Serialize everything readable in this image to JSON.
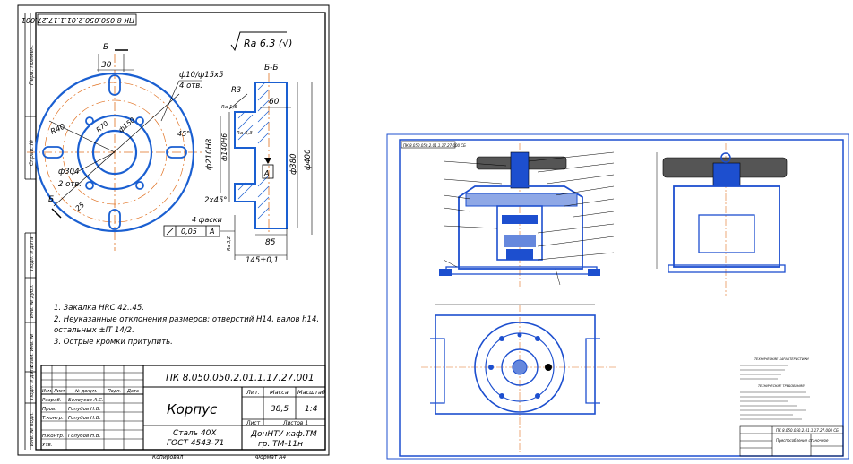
{
  "sheet_left": {
    "stamp_code_rotated": "ПК 8.050.050.2.01.1.17.27.001",
    "roughness_symbol": "Ra 6,3 (√)",
    "section_label": "Б-Б",
    "cut_letter": "Б",
    "dimensions": {
      "d_30": "30",
      "holes": "ф10/ф15х5",
      "holes_qty": "4 отв.",
      "r3": "R3",
      "d_60": "60",
      "d_r40": "R40",
      "d_r70": "R70",
      "d_150": "ф150",
      "d_45": "45°",
      "d_304": "ф304",
      "holes2": "2 отв.",
      "d_25": "25",
      "ra_a": "Ra 1,6",
      "ra_b": "Ra 6,3",
      "d_210": "ф210Н8",
      "d_140": "ф140H6",
      "d_380": "ф380",
      "d_400": "ф400",
      "chamfer": "2х45°",
      "chamfer_qty": "4 фаски",
      "tolerance_val": "0,05",
      "datum": "A",
      "d_85": "85",
      "d_145": "145±0,1",
      "ra_c": "Ra 3,2"
    },
    "notes": [
      "1. Закалка HRC 42..45.",
      "2. Неуказанные отклонения размеров: отверстий Н14, валов h14,",
      "остальных ±IT 14/2.",
      "3. Острые кромки притупить."
    ],
    "side_strip_labels": [
      "Перв. примен.",
      "Справ. №",
      "Подп. и дата",
      "Инв. № дубл.",
      "Взам. инв. №",
      "Подп. и дата",
      "Инв. № подл."
    ],
    "title_block": {
      "doc_code": "ПК 8.050.050.2.01.1.17.27.001",
      "name": "Корпус",
      "material_line1": "Сталь 40Х",
      "material_line2": "ГОСТ 4543-71",
      "org_line1": "ДонНТУ каф.ТМ",
      "org_line2": "гр. ТМ-11н",
      "col_lit": "Лит.",
      "col_mass": "Масса",
      "col_scale": "Масштаб",
      "mass": "38,5",
      "scale": "1:4",
      "sheet": "Лист",
      "sheets": "Листов 1",
      "header_cells": [
        "Изм.",
        "Лист",
        "№ докум.",
        "Подп.",
        "Дата"
      ],
      "roles": [
        "Разраб.",
        "Пров.",
        "Т.контр.",
        "",
        "Н.контр.",
        "Утв."
      ],
      "names": [
        "Белоусов А.С.",
        "Голубов Н.В.",
        "Голубов Н.В.",
        "",
        "Голубов Н.В.",
        ""
      ]
    },
    "footer_left": "Копировал",
    "footer_right": "Формат   А4"
  },
  "sheet_right": {
    "stamp_rotated": "ПК 8.050.050.2.01.1.17.27.000 СБ",
    "notes_header": "ТЕХНИЧЕСКИЕ ХАРАКТЕРИСТИКИ",
    "notes_header2": "ТЕХНИЧЕСКИЕ ТРЕБОВАНИЯ",
    "title_code": "ПК 8.050.050.2.01.1.17.27.000 СБ",
    "title_name": "Приспособление станочное"
  },
  "colors": {
    "part": "#1a5fd1",
    "centerline": "#e07020",
    "line": "#000000",
    "frame_blue": "#1d4fcf"
  }
}
